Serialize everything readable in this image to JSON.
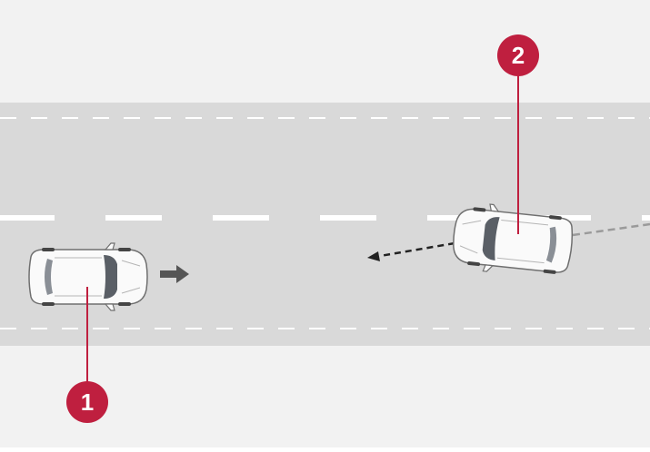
{
  "colors": {
    "background": "#f2f2f2",
    "road": "#d9d9d9",
    "lane_marking": "#ffffff",
    "callout": "#bf1f3f",
    "callout_text": "#ffffff",
    "arrow": "#555555",
    "car_body": "#fafafa",
    "car_outline": "#6f6f6f",
    "car_glass": "#5a5f66"
  },
  "callouts": [
    {
      "id": "1",
      "label": "1",
      "refers_to": "own-vehicle"
    },
    {
      "id": "2",
      "label": "2",
      "refers_to": "oncoming-vehicle"
    }
  ],
  "icons": {
    "own_vehicle": "car-top-view-icon",
    "oncoming_vehicle": "car-top-view-icon",
    "direction": "arrow-right-icon",
    "oncoming_path": "dashed-arrow-left-icon"
  }
}
